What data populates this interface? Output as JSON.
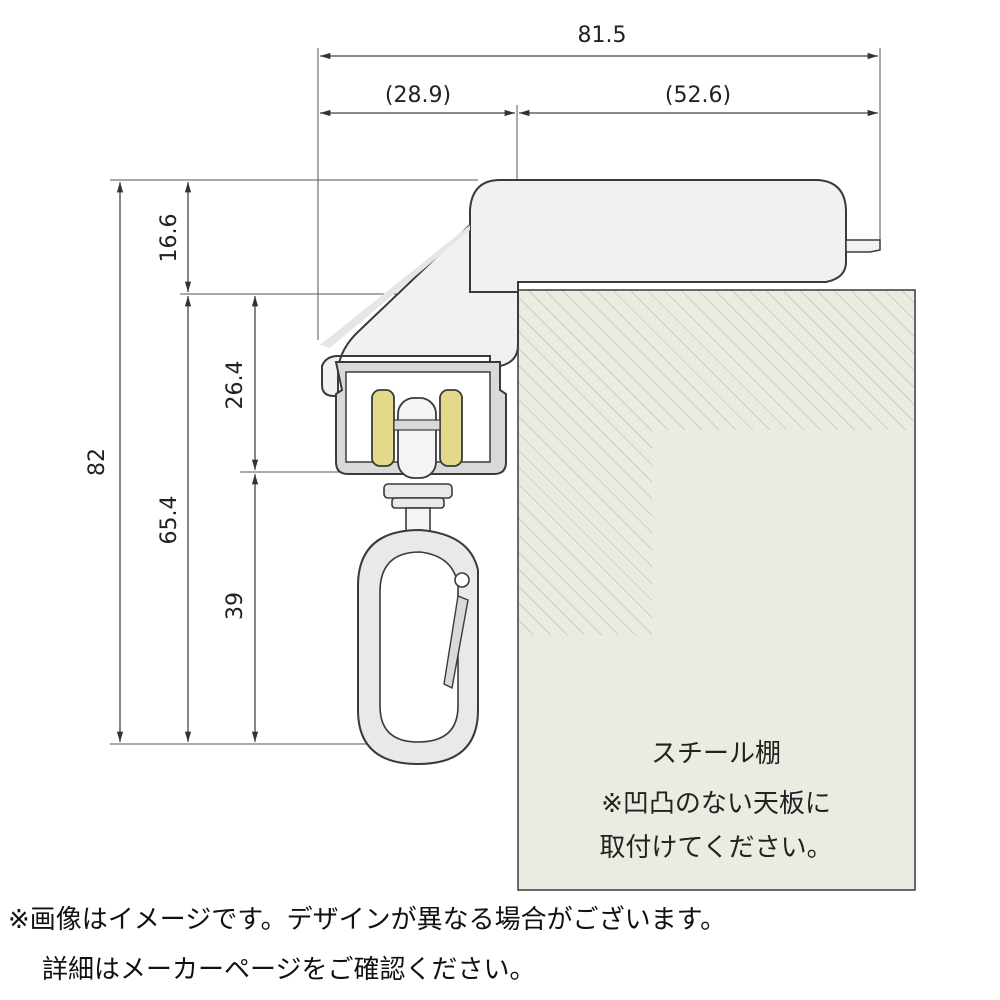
{
  "dimensions": {
    "overall_width": "81.5",
    "left_width": "(28.9)",
    "right_width": "(52.6)",
    "top_height": "16.6",
    "overall_height": "82",
    "lower_height": "65.4",
    "rail_height": "26.4",
    "hook_height": "39"
  },
  "shelf_note": {
    "title": "スチール棚",
    "line1": "※凹凸のない天板に",
    "line2": "取付けてください。"
  },
  "footer": {
    "line1": "※画像はイメージです。デザインが異なる場合がございます。",
    "line2": "詳細はメーカーページをご確認ください。"
  },
  "colors": {
    "shelf_fill": "#ecebe2",
    "bracket_fill": "#f1f1f1",
    "roller_fill": "#e3d98a",
    "rail_fill": "#d9d9d9",
    "outline": "#3a3a3a"
  }
}
